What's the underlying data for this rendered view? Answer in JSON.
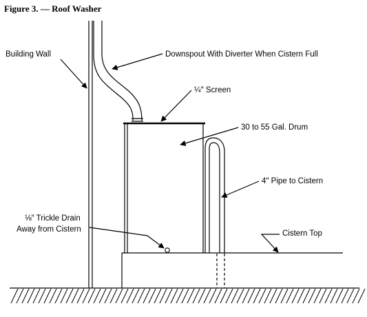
{
  "figure": {
    "title": "Figure 3. — Roof Washer"
  },
  "labels": {
    "building_wall": "Building Wall",
    "downspout": "Downspout With Diverter When Cistern Full",
    "screen": "¼″ Screen",
    "drum": "30 to 55 Gal. Drum",
    "pipe": "4″ Pipe to Cistern",
    "trickle_drain_line1": "⅛″ Trickle Drain",
    "trickle_drain_line2": "Away from Cistern",
    "cistern_top": "Cistern Top"
  }
}
